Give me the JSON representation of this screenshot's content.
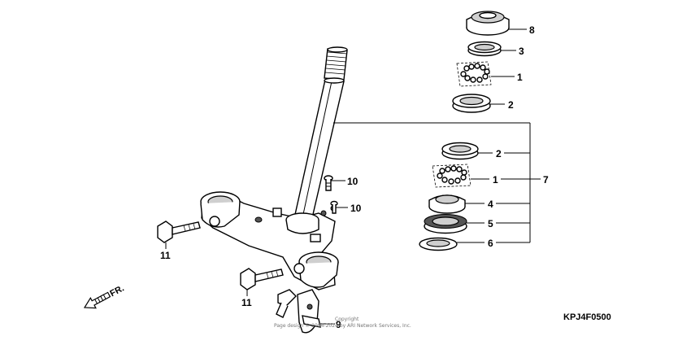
{
  "diagram_code": "KPJ4F0500",
  "front_label": "FR.",
  "copyright_line1": "Copyright",
  "copyright_line2": "Page design © 2004-2024 by ARI Network Services, Inc.",
  "callouts": {
    "c8": "8",
    "c3": "3",
    "c1_top": "1",
    "c2_top": "2",
    "c2_mid": "2",
    "c1_mid": "1",
    "c7": "7",
    "c4": "4",
    "c5": "5",
    "c6": "6",
    "c10_a": "10",
    "c10_b": "10",
    "c11_a": "11",
    "c11_b": "11",
    "c9": "9"
  }
}
